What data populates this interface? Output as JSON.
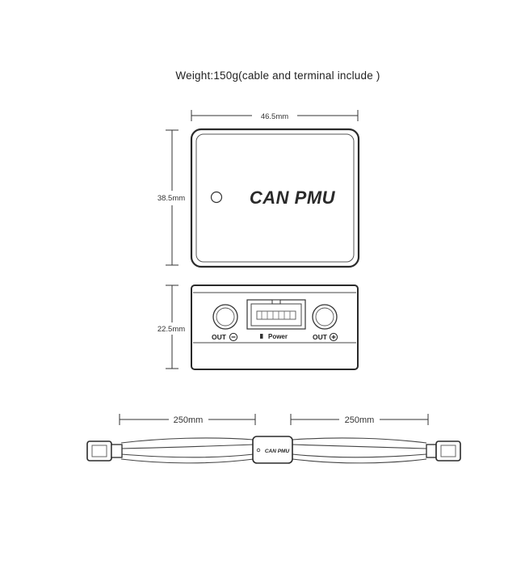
{
  "header": {
    "weight": "Weight:150g(cable and terminal include )"
  },
  "top_view": {
    "width_label": "46.5mm",
    "height_label": "38.5mm",
    "logo_text": "CAN PMU"
  },
  "front_view": {
    "height_label": "22.5mm",
    "out_minus": "OUT",
    "out_plus": "OUT",
    "power_label": "Power"
  },
  "cable_view": {
    "left_length": "250mm",
    "right_length": "250mm",
    "module_label": "CAN PMU"
  }
}
